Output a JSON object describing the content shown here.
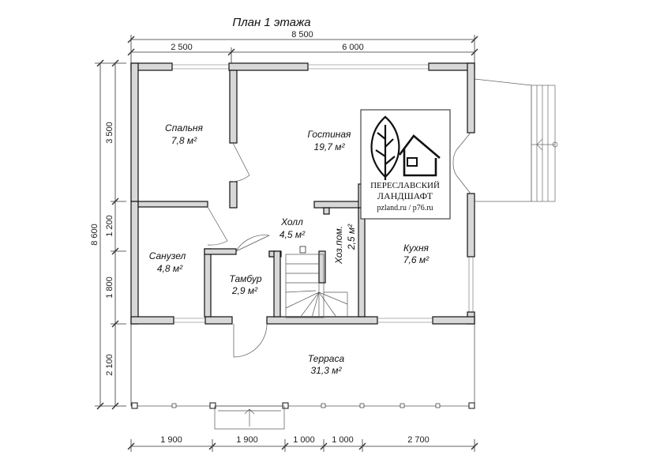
{
  "title": "План 1 этажа",
  "dimensions": {
    "top_total": "8 500",
    "top_left": "2 500",
    "top_right": "6 000",
    "left_total": "8 600",
    "left_1": "3 500",
    "left_2": "1 200",
    "left_3": "1 800",
    "left_4": "2 100",
    "bottom_1": "1 900",
    "bottom_2": "1 900",
    "bottom_3": "1 000",
    "bottom_4": "1 000",
    "bottom_5": "2 700"
  },
  "rooms": {
    "bedroom": {
      "name": "Спальня",
      "area": "7,8 м²"
    },
    "living": {
      "name": "Гостиная",
      "area": "19,7 м²"
    },
    "hall": {
      "name": "Холл",
      "area": "4,5 м²"
    },
    "storage": {
      "name": "Хоз.пом.",
      "area": "2,5 м²"
    },
    "bathroom": {
      "name": "Санузел",
      "area": "4,8 м²"
    },
    "vestibule": {
      "name": "Тамбур",
      "area": "2,9 м²"
    },
    "kitchen": {
      "name": "Кухня",
      "area": "7,6 м²"
    },
    "terrace": {
      "name": "Терраса",
      "area": "31,3 м²"
    }
  },
  "logo": {
    "line1": "ПЕРЕСЛАВСКИЙ",
    "line2": "ЛАНДШАФТ",
    "line3": "pzland.ru  / p76.ru"
  },
  "colors": {
    "wall_fill": "#d8d8d8",
    "wall_stroke": "#111111",
    "line": "#333333"
  }
}
